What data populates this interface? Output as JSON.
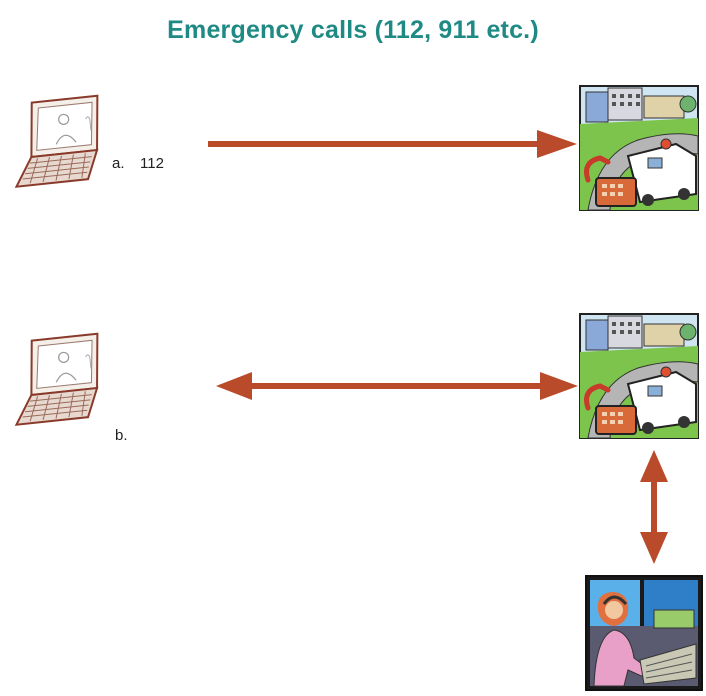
{
  "title": "Emergency calls (112, 911 etc.)",
  "labels": {
    "a_marker": "a.",
    "a_number": "112",
    "b_marker": "b."
  },
  "colors": {
    "title": "#1f8a84",
    "arrow": "#b94a2a"
  },
  "icons": {
    "caller_device": "laptop-icon",
    "emergency_service": "ambulance-city-icon",
    "operator": "dispatcher-operator-icon"
  }
}
